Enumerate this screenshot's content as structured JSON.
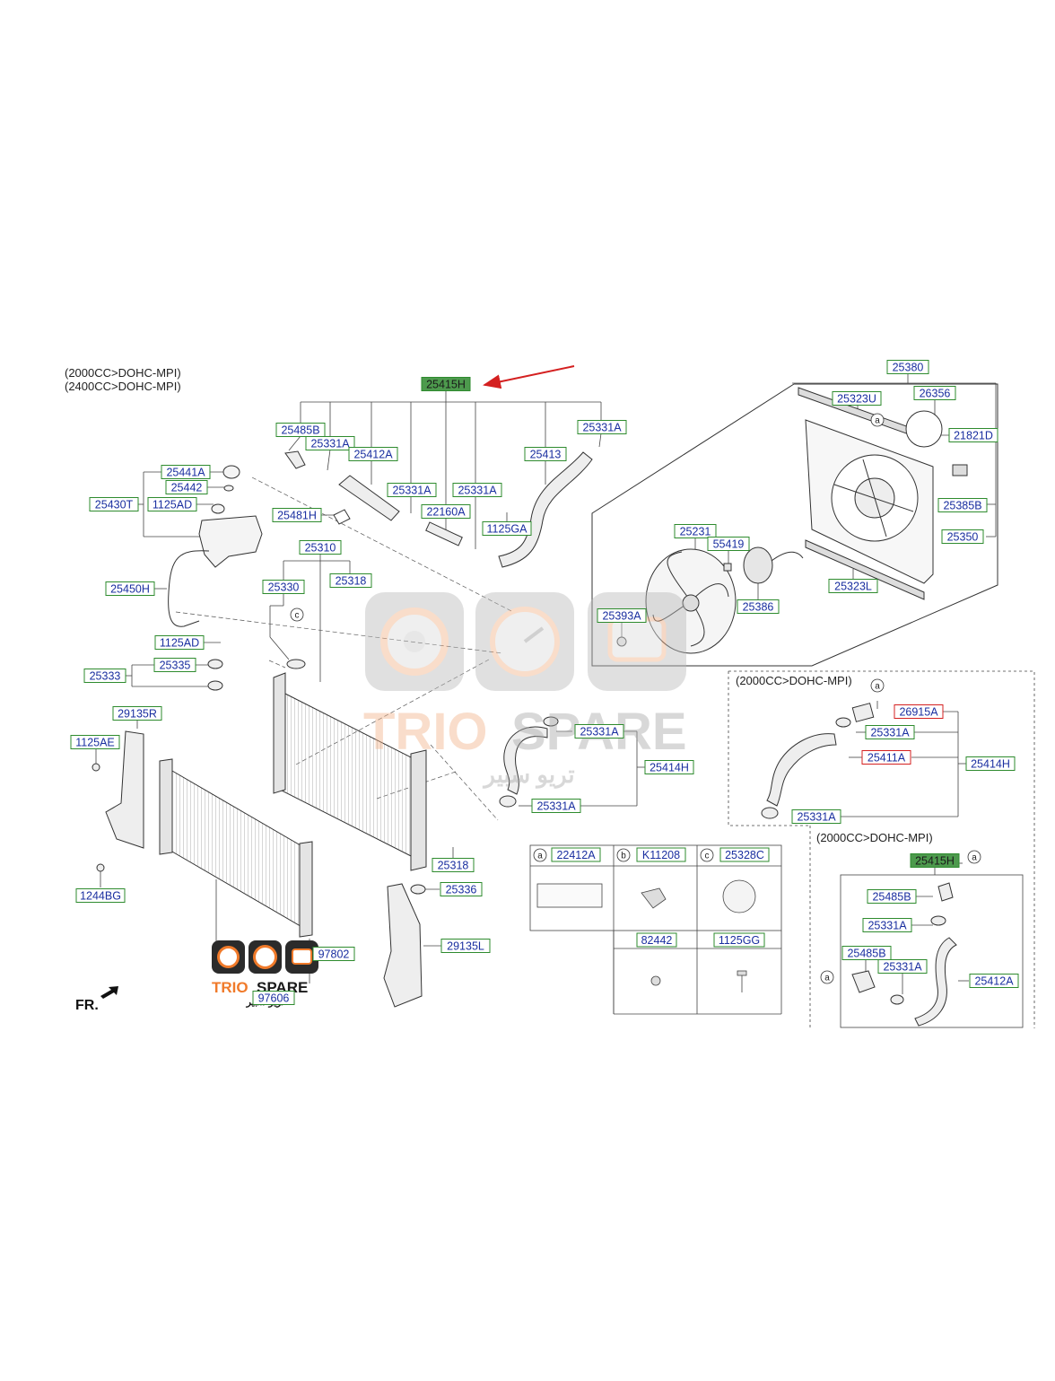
{
  "header": {
    "notes": [
      "(2000CC>DOHC-MPI)",
      "(2400CC>DOHC-MPI)"
    ]
  },
  "insets": {
    "lower_hose_note": "(2000CC>DOHC-MPI)",
    "upper_hose_note": "(2000CC>DOHC-MPI)"
  },
  "direction": {
    "label": "FR."
  },
  "colors": {
    "label_border_blue": "#1a5cc8",
    "label_text_blue": "#1a2fa0",
    "label_border_green": "#2e8b2e",
    "highlight_fill": "#4d9a4d",
    "highlight_border_red": "#d42020",
    "arrow_red": "#d42020"
  },
  "watermark": {
    "brand": "TRIO SPARE",
    "brand_primary": "TRIO",
    "brand_secondary": "SPARE",
    "arabic": "تريو سبير",
    "icons": [
      "disc-brake-icon",
      "speedometer-icon",
      "engine-icon"
    ]
  },
  "legend_table": {
    "columns": [
      {
        "circle": "a",
        "part": "22412A"
      },
      {
        "circle": "b",
        "part": "K11208"
      },
      {
        "circle": "c",
        "part": "25328C"
      }
    ],
    "lower_parts": [
      "82442",
      "1125GG"
    ]
  },
  "circle_markers": [
    "a",
    "c"
  ],
  "parts": [
    {
      "id": "p-25415H-main",
      "number": "25415H",
      "style": "highlight"
    },
    {
      "id": "p-25485B-top",
      "number": "25485B",
      "style": "normal"
    },
    {
      "id": "p-25331A-1",
      "number": "25331A",
      "style": "normal"
    },
    {
      "id": "p-25412A-top",
      "number": "25412A",
      "style": "normal"
    },
    {
      "id": "p-25331A-2",
      "number": "25331A",
      "style": "normal"
    },
    {
      "id": "p-25331A-3",
      "number": "25331A",
      "style": "normal"
    },
    {
      "id": "p-22160A",
      "number": "22160A",
      "style": "normal"
    },
    {
      "id": "p-1125GA",
      "number": "1125GA",
      "style": "normal"
    },
    {
      "id": "p-25413",
      "number": "25413",
      "style": "normal"
    },
    {
      "id": "p-25331A-4",
      "number": "25331A",
      "style": "normal"
    },
    {
      "id": "p-25481H",
      "number": "25481H",
      "style": "normal"
    },
    {
      "id": "p-25441A",
      "number": "25441A",
      "style": "normal"
    },
    {
      "id": "p-25442",
      "number": "25442",
      "style": "normal"
    },
    {
      "id": "p-25430T",
      "number": "25430T",
      "style": "normal"
    },
    {
      "id": "p-1125AD-1",
      "number": "1125AD",
      "style": "normal"
    },
    {
      "id": "p-25450H",
      "number": "25450H",
      "style": "normal"
    },
    {
      "id": "p-1125AD-2",
      "number": "1125AD",
      "style": "normal"
    },
    {
      "id": "p-25310",
      "number": "25310",
      "style": "normal"
    },
    {
      "id": "p-25330",
      "number": "25330",
      "style": "normal"
    },
    {
      "id": "p-25318-top",
      "number": "25318",
      "style": "normal"
    },
    {
      "id": "p-25335",
      "number": "25335",
      "style": "normal"
    },
    {
      "id": "p-25333",
      "number": "25333",
      "style": "normal"
    },
    {
      "id": "p-29135R",
      "number": "29135R",
      "style": "normal"
    },
    {
      "id": "p-1125AE",
      "number": "1125AE",
      "style": "normal"
    },
    {
      "id": "p-1244BG",
      "number": "1244BG",
      "style": "normal"
    },
    {
      "id": "p-25318-bot",
      "number": "25318",
      "style": "normal"
    },
    {
      "id": "p-25336",
      "number": "25336",
      "style": "normal"
    },
    {
      "id": "p-29135L",
      "number": "29135L",
      "style": "normal"
    },
    {
      "id": "p-97802",
      "number": "97802",
      "style": "normal"
    },
    {
      "id": "p-97606",
      "number": "97606",
      "style": "normal"
    },
    {
      "id": "p-25331A-mid1",
      "number": "25331A",
      "style": "normal"
    },
    {
      "id": "p-25414H-mid",
      "number": "25414H",
      "style": "normal"
    },
    {
      "id": "p-25331A-mid2",
      "number": "25331A",
      "style": "normal"
    },
    {
      "id": "p-25380",
      "number": "25380",
      "style": "normal"
    },
    {
      "id": "p-25323U",
      "number": "25323U",
      "style": "normal"
    },
    {
      "id": "p-26356",
      "number": "26356",
      "style": "normal"
    },
    {
      "id": "p-21821D",
      "number": "21821D",
      "style": "normal"
    },
    {
      "id": "p-25385B",
      "number": "25385B",
      "style": "normal"
    },
    {
      "id": "p-25350",
      "number": "25350",
      "style": "normal"
    },
    {
      "id": "p-25323L",
      "number": "25323L",
      "style": "normal"
    },
    {
      "id": "p-25231",
      "number": "25231",
      "style": "normal"
    },
    {
      "id": "p-55419",
      "number": "55419",
      "style": "normal"
    },
    {
      "id": "p-25386",
      "number": "25386",
      "style": "normal"
    },
    {
      "id": "p-25393A",
      "number": "25393A",
      "style": "normal"
    },
    {
      "id": "p-26915A",
      "number": "26915A",
      "style": "red"
    },
    {
      "id": "p-25331A-r1",
      "number": "25331A",
      "style": "normal"
    },
    {
      "id": "p-25411A",
      "number": "25411A",
      "style": "red"
    },
    {
      "id": "p-25414H-r",
      "number": "25414H",
      "style": "normal"
    },
    {
      "id": "p-25331A-r2",
      "number": "25331A",
      "style": "normal"
    },
    {
      "id": "p-25415H-inset",
      "number": "25415H",
      "style": "highlight"
    },
    {
      "id": "p-25485B-i1",
      "number": "25485B",
      "style": "normal"
    },
    {
      "id": "p-25331A-i1",
      "number": "25331A",
      "style": "normal"
    },
    {
      "id": "p-25485B-i2",
      "number": "25485B",
      "style": "normal"
    },
    {
      "id": "p-25331A-i2",
      "number": "25331A",
      "style": "normal"
    },
    {
      "id": "p-25412A-i",
      "number": "25412A",
      "style": "normal"
    }
  ]
}
